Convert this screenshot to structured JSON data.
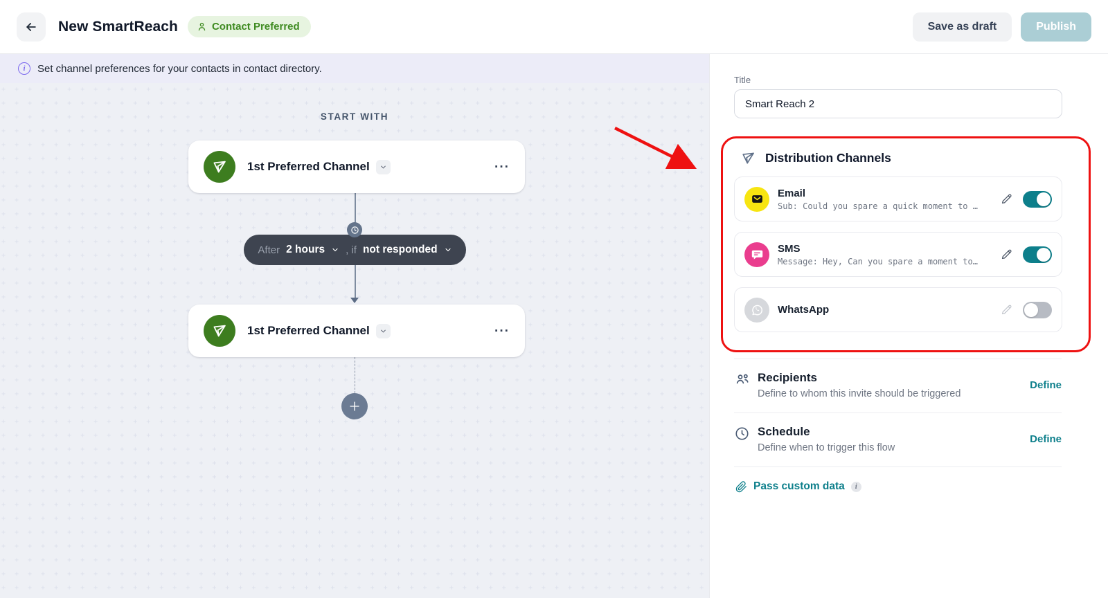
{
  "header": {
    "title": "New SmartReach",
    "badge_label": "Contact Preferred",
    "save_draft_label": "Save as draft",
    "publish_label": "Publish"
  },
  "banner": {
    "info_glyph": "i",
    "text": "Set channel preferences for your contacts in contact directory."
  },
  "canvas": {
    "start_with_label": "START WITH",
    "nodes": [
      {
        "label": "1st Preferred Channel"
      },
      {
        "label": "1st Preferred Channel"
      }
    ],
    "node_menu_glyph": "···",
    "delay_pill": {
      "prefix": "After",
      "duration": "2 hours",
      "connector": ", if",
      "condition": "not responded"
    }
  },
  "sidebar": {
    "title_field": {
      "label": "Title",
      "value": "Smart Reach 2"
    },
    "distribution": {
      "heading": "Distribution Channels",
      "channels": [
        {
          "name": "Email",
          "preview": "Sub: Could you spare a quick moment to …",
          "enabled": true
        },
        {
          "name": "SMS",
          "preview": "Message: Hey, Can you spare a moment to…",
          "enabled": true
        },
        {
          "name": "WhatsApp",
          "preview": "",
          "enabled": false
        }
      ]
    },
    "sections": [
      {
        "title": "Recipients",
        "subtitle": "Define to whom this invite should be triggered",
        "action": "Define"
      },
      {
        "title": "Schedule",
        "subtitle": "Define when to trigger this flow",
        "action": "Define"
      }
    ],
    "pass_custom_data": {
      "label": "Pass custom data",
      "info_glyph": "i"
    }
  },
  "colors": {
    "accent_teal": "#0d7f8b",
    "annotation_red": "#ee1111",
    "node_green": "#3d7d1f",
    "email_yellow": "#f7e511",
    "sms_pink": "#ea3d8e",
    "pill_dark": "#3e4450",
    "badge_green_bg": "#e7f4e0",
    "badge_green_text": "#3f8b21",
    "banner_bg": "#ececf8"
  }
}
